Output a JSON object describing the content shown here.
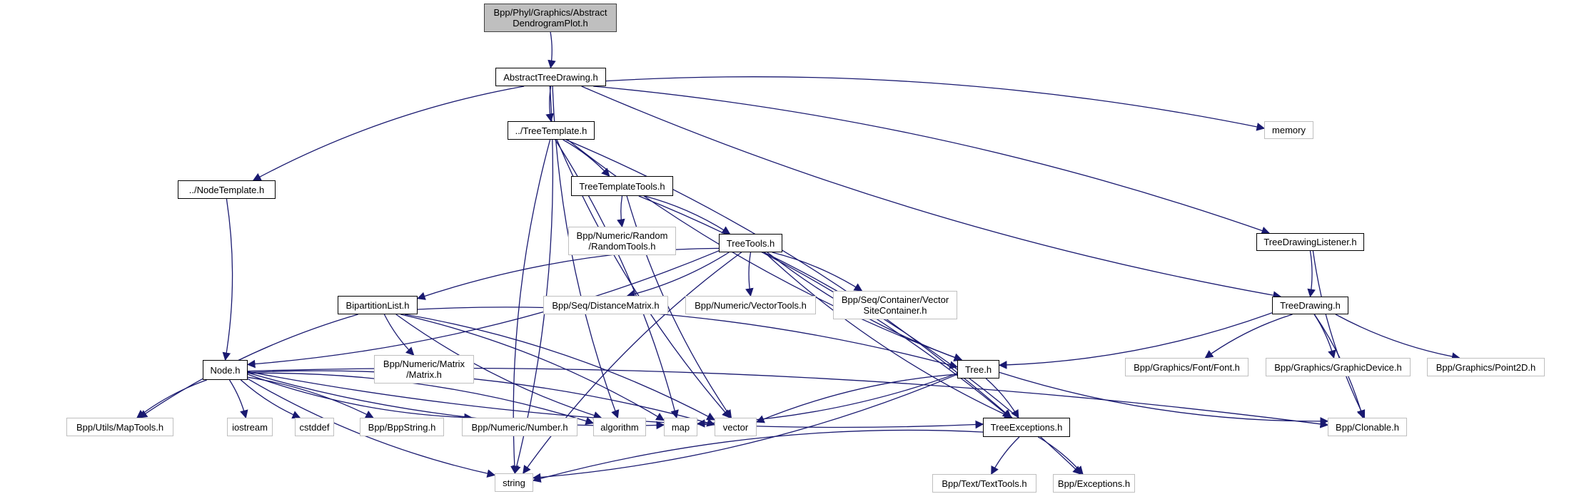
{
  "diagram": {
    "type": "include-dependency-graph",
    "colors": {
      "edge": "#191970",
      "root_fill": "#bfbfbf",
      "internal_border": "#000000",
      "external_border": "#bfbfbf"
    },
    "nodes": [
      {
        "id": "root",
        "label": "Bpp/Phyl/Graphics/Abstract\nDendrogramPlot.h",
        "kind": "root"
      },
      {
        "id": "atd",
        "label": "AbstractTreeDrawing.h",
        "kind": "internal"
      },
      {
        "id": "tt",
        "label": "../TreeTemplate.h",
        "kind": "internal"
      },
      {
        "id": "memory",
        "label": "memory",
        "kind": "external"
      },
      {
        "id": "nt",
        "label": "../NodeTemplate.h",
        "kind": "internal"
      },
      {
        "id": "ttt",
        "label": "TreeTemplateTools.h",
        "kind": "internal"
      },
      {
        "id": "random",
        "label": "Bpp/Numeric/Random\n/RandomTools.h",
        "kind": "external"
      },
      {
        "id": "treetools",
        "label": "TreeTools.h",
        "kind": "internal"
      },
      {
        "id": "tdl",
        "label": "TreeDrawingListener.h",
        "kind": "internal"
      },
      {
        "id": "bip",
        "label": "BipartitionList.h",
        "kind": "internal"
      },
      {
        "id": "distmat",
        "label": "Bpp/Seq/DistanceMatrix.h",
        "kind": "external"
      },
      {
        "id": "vectools",
        "label": "Bpp/Numeric/VectorTools.h",
        "kind": "external"
      },
      {
        "id": "vsc",
        "label": "Bpp/Seq/Container/Vector\nSiteContainer.h",
        "kind": "external"
      },
      {
        "id": "td",
        "label": "TreeDrawing.h",
        "kind": "internal"
      },
      {
        "id": "matrix",
        "label": "Bpp/Numeric/Matrix\n/Matrix.h",
        "kind": "external"
      },
      {
        "id": "node",
        "label": "Node.h",
        "kind": "internal"
      },
      {
        "id": "tree",
        "label": "Tree.h",
        "kind": "internal"
      },
      {
        "id": "font",
        "label": "Bpp/Graphics/Font/Font.h",
        "kind": "external"
      },
      {
        "id": "gdev",
        "label": "Bpp/Graphics/GraphicDevice.h",
        "kind": "external"
      },
      {
        "id": "p2d",
        "label": "Bpp/Graphics/Point2D.h",
        "kind": "external"
      },
      {
        "id": "maptools",
        "label": "Bpp/Utils/MapTools.h",
        "kind": "external"
      },
      {
        "id": "iostream",
        "label": "iostream",
        "kind": "external"
      },
      {
        "id": "cstddef",
        "label": "cstddef",
        "kind": "external"
      },
      {
        "id": "bppstring",
        "label": "Bpp/BppString.h",
        "kind": "external"
      },
      {
        "id": "number",
        "label": "Bpp/Numeric/Number.h",
        "kind": "external"
      },
      {
        "id": "algorithm",
        "label": "algorithm",
        "kind": "external"
      },
      {
        "id": "map",
        "label": "map",
        "kind": "external"
      },
      {
        "id": "vector",
        "label": "vector",
        "kind": "external"
      },
      {
        "id": "treeexc",
        "label": "TreeExceptions.h",
        "kind": "internal"
      },
      {
        "id": "clonable",
        "label": "Bpp/Clonable.h",
        "kind": "external"
      },
      {
        "id": "string",
        "label": "string",
        "kind": "external"
      },
      {
        "id": "texttools",
        "label": "Bpp/Text/TextTools.h",
        "kind": "external"
      },
      {
        "id": "exceptions",
        "label": "Bpp/Exceptions.h",
        "kind": "external"
      }
    ],
    "edges": [
      [
        "root",
        "atd"
      ],
      [
        "atd",
        "tt"
      ],
      [
        "atd",
        "memory"
      ],
      [
        "atd",
        "nt"
      ],
      [
        "atd",
        "tdl"
      ],
      [
        "atd",
        "td"
      ],
      [
        "atd",
        "string"
      ],
      [
        "atd",
        "algorithm"
      ],
      [
        "tt",
        "ttt"
      ],
      [
        "tt",
        "tree"
      ],
      [
        "tt",
        "treeexc"
      ],
      [
        "tt",
        "string"
      ],
      [
        "tt",
        "map"
      ],
      [
        "tt",
        "vector"
      ],
      [
        "nt",
        "node"
      ],
      [
        "ttt",
        "random"
      ],
      [
        "ttt",
        "treetools"
      ],
      [
        "ttt",
        "vector"
      ],
      [
        "ttt",
        "treeexc"
      ],
      [
        "treetools",
        "bip"
      ],
      [
        "treetools",
        "distmat"
      ],
      [
        "treetools",
        "vectools"
      ],
      [
        "treetools",
        "vsc"
      ],
      [
        "treetools",
        "tree"
      ],
      [
        "treetools",
        "node"
      ],
      [
        "treetools",
        "treeexc"
      ],
      [
        "treetools",
        "exceptions"
      ],
      [
        "treetools",
        "string"
      ],
      [
        "tdl",
        "td"
      ],
      [
        "tdl",
        "clonable"
      ],
      [
        "td",
        "tree"
      ],
      [
        "td",
        "font"
      ],
      [
        "td",
        "gdev"
      ],
      [
        "td",
        "p2d"
      ],
      [
        "td",
        "clonable"
      ],
      [
        "bip",
        "matrix"
      ],
      [
        "bip",
        "tree"
      ],
      [
        "bip",
        "maptools"
      ],
      [
        "bip",
        "map"
      ],
      [
        "bip",
        "algorithm"
      ],
      [
        "bip",
        "vector"
      ],
      [
        "node",
        "maptools"
      ],
      [
        "node",
        "iostream"
      ],
      [
        "node",
        "cstddef"
      ],
      [
        "node",
        "bppstring"
      ],
      [
        "node",
        "number"
      ],
      [
        "node",
        "algorithm"
      ],
      [
        "node",
        "map"
      ],
      [
        "node",
        "vector"
      ],
      [
        "node",
        "treeexc"
      ],
      [
        "node",
        "clonable"
      ],
      [
        "node",
        "string"
      ],
      [
        "tree",
        "treeexc"
      ],
      [
        "tree",
        "clonable"
      ],
      [
        "tree",
        "map"
      ],
      [
        "tree",
        "vector"
      ],
      [
        "tree",
        "string"
      ],
      [
        "treeexc",
        "texttools"
      ],
      [
        "treeexc",
        "exceptions"
      ],
      [
        "treeexc",
        "string"
      ]
    ]
  }
}
